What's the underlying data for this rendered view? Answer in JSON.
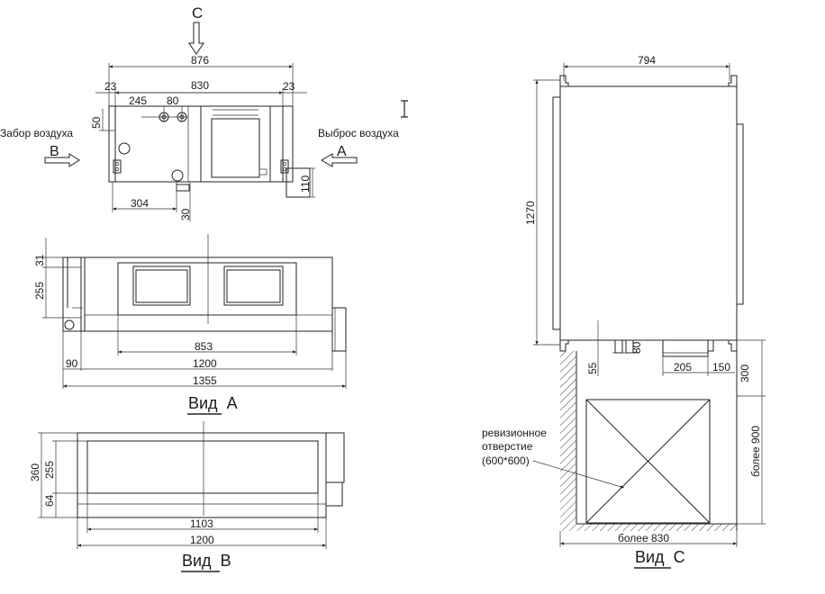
{
  "view_top": {
    "arrow_c_letter": "C",
    "intake_label": "Забор воздуха",
    "intake_letter": "B",
    "exhaust_label": "Выброс воздуха",
    "exhaust_letter": "A",
    "dims": {
      "overall_width": "876",
      "inner_width": "830",
      "left_offset": "23",
      "right_offset": "23",
      "pipe_offset": "245",
      "pipe_spacing": "80",
      "height_mark": "50",
      "drain_offset": "304",
      "drain_height": "30",
      "outlet_height": "110"
    }
  },
  "view_a": {
    "title": "Вид  А",
    "dims": {
      "top_gap": "31",
      "height": "255",
      "filter_width": "853",
      "bracket_width": "90",
      "body_width": "1200",
      "overall_width": "1355"
    }
  },
  "view_b": {
    "title": "Вид  В",
    "dims": {
      "total_height": "360",
      "height": "255",
      "bottom_gap": "64",
      "opening_width": "1103",
      "body_width": "1200"
    }
  },
  "view_c": {
    "title": "Вид  С",
    "revision_label_line1": "ревизионное",
    "revision_label_line2": "отверстие",
    "revision_label_line3": "(600*600)",
    "dims": {
      "width": "794",
      "length": "1270",
      "pipe_height": "80",
      "pipe_gap": "55",
      "flange_width": "205",
      "flange_offset": "150",
      "clearance_side": "300",
      "clearance_depth": "более 900",
      "clearance_width": "более 830"
    }
  },
  "cursor_icon": "text-cursor-icon"
}
